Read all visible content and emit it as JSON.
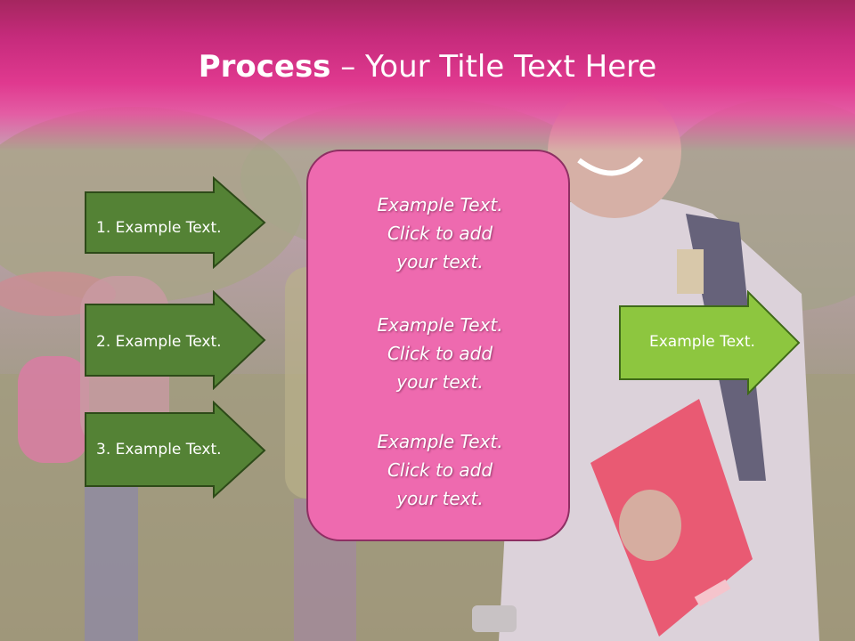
{
  "slide": {
    "title_bold": "Process",
    "title_rest": " – Your Title Text Here",
    "steps": [
      {
        "label": "1. Example Text."
      },
      {
        "label": "2. Example Text."
      },
      {
        "label": "3. Example Text."
      }
    ],
    "center_texts": [
      "Example Text.\nClick  to add\nyour text.",
      "Example Text.\nClick  to add\nyour text.",
      "Example Text.\nClick  to add\nyour text."
    ],
    "result_label": "Example Text."
  },
  "colors": {
    "header": "#e0398f",
    "step_fill": "#548235",
    "result_fill": "#8dc63f",
    "center_fill": "#ee6aaf"
  }
}
